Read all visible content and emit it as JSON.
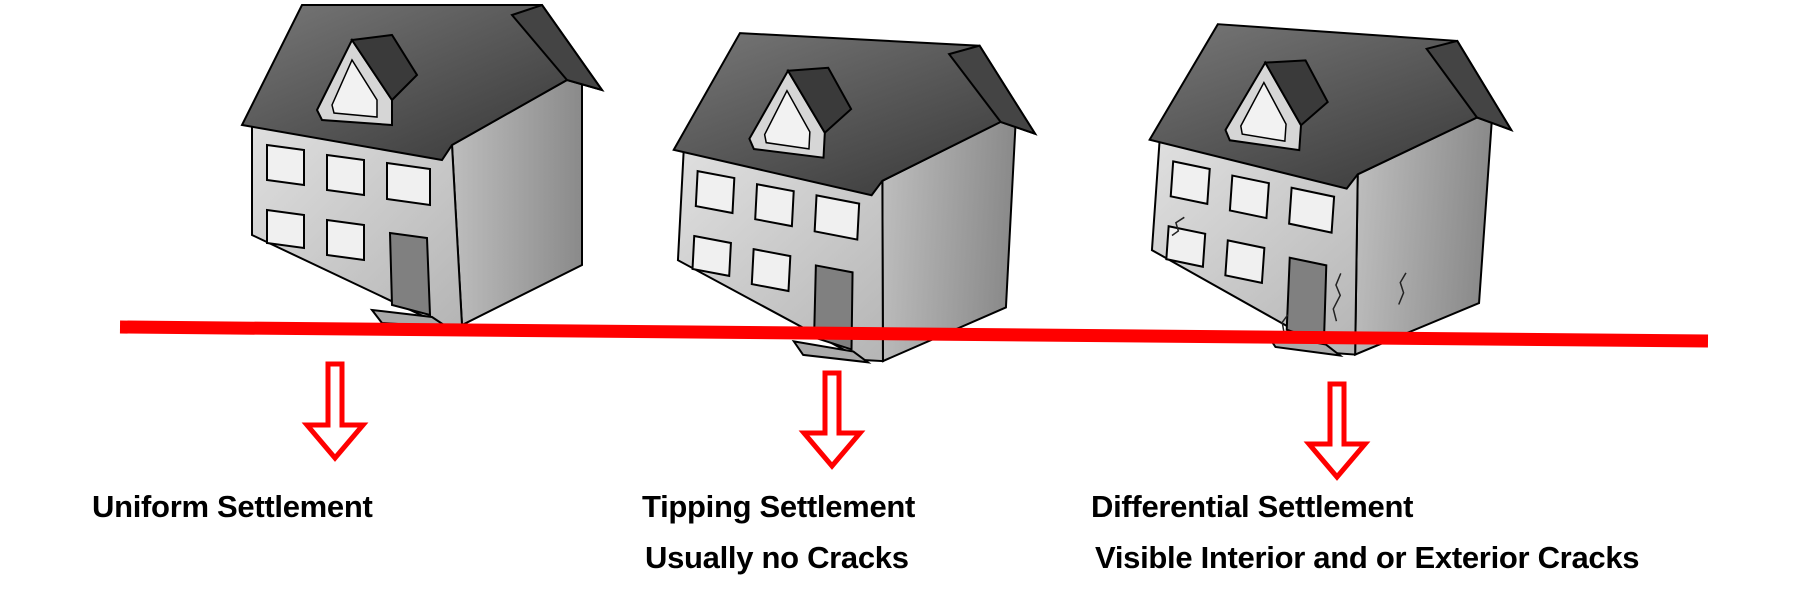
{
  "colors": {
    "accent": "#ff0000",
    "roof": "#555555",
    "wall": "#c8c8c8",
    "text": "#000000"
  },
  "captions": [
    {
      "title": "Uniform Settlement"
    },
    {
      "title": "Tipping Settlement",
      "subtitle": "Usually no Cracks"
    },
    {
      "title": "Differential Settlement",
      "subtitle": "Visible Interior and or Exterior Cracks"
    }
  ]
}
